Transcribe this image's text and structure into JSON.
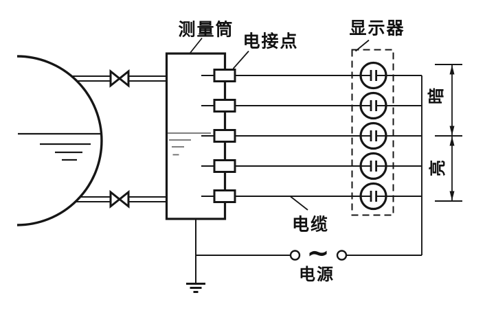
{
  "labels": {
    "measuring_cylinder": "测量筒",
    "electric_contact": "电接点",
    "display": "显示器",
    "cable": "电缆",
    "power_source": "电源",
    "dark": "暗",
    "bright": "亮",
    "ac_symbol": "~"
  },
  "components": {
    "contact_count": 5,
    "lamp_count": 5,
    "valve_count": 2,
    "dimension_sections": [
      "暗",
      "亮"
    ]
  },
  "colors": {
    "line": "#161616",
    "background": "#ffffff",
    "water_line_gray": "#6b6b6b"
  }
}
